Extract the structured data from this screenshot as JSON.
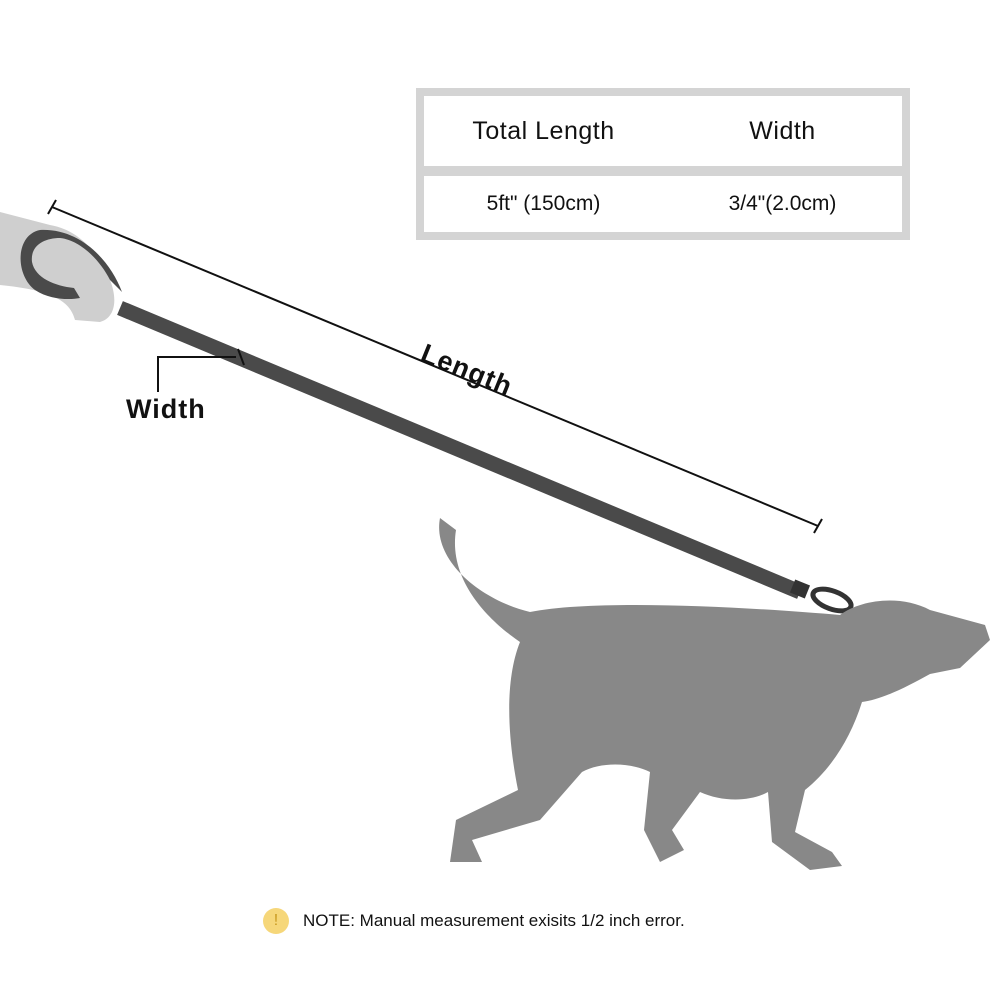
{
  "table": {
    "headers": [
      "Total Length",
      "Width"
    ],
    "values": [
      "5ft\" (150cm)",
      "3/4\"(2.0cm)"
    ]
  },
  "labels": {
    "length": "Length",
    "width": "Width"
  },
  "note": {
    "icon": "exclamation-icon",
    "symbol": "!",
    "text": "NOTE: Manual measurement exisits 1/2  inch error."
  },
  "colors": {
    "leash": "#4a4a4a",
    "dog": "#888888",
    "hand": "#cfcfcf",
    "table_border": "#d4d4d4",
    "note_icon": "#f6d77a"
  }
}
